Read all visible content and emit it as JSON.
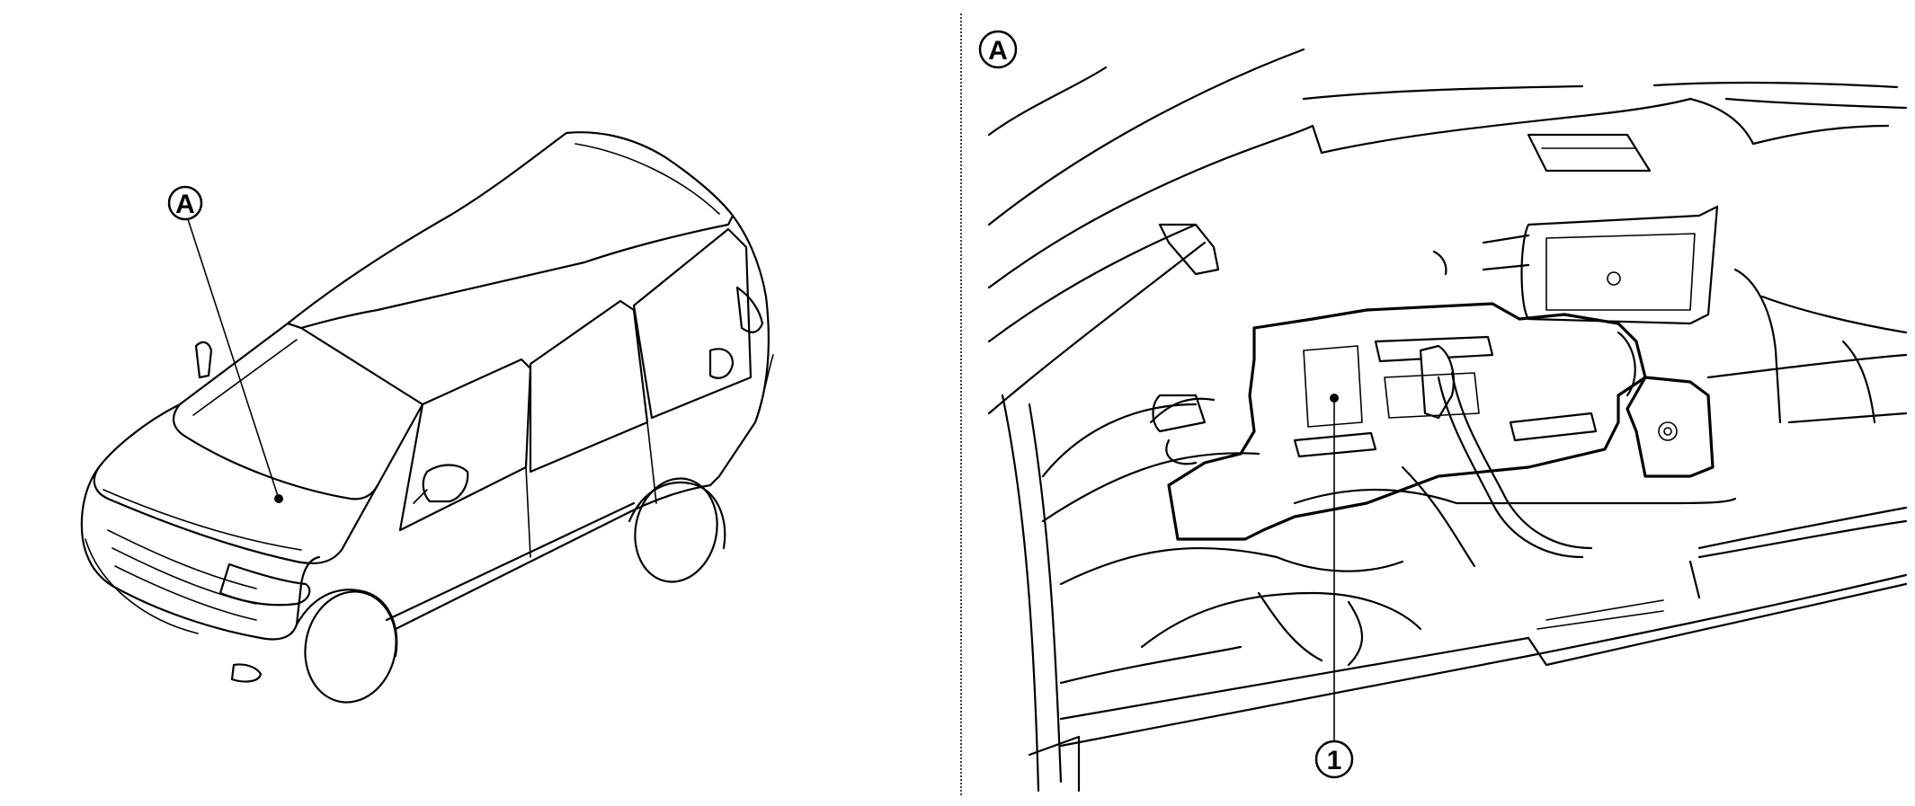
{
  "view_callout": {
    "letter": "A",
    "label": "A"
  },
  "detail_callout": {
    "letter": "A",
    "label": "A"
  },
  "part_callout": {
    "number": "1",
    "label": "1"
  },
  "colors": {
    "line": "#000000",
    "background": "#ffffff",
    "highlight_fill": "#bdbdbd"
  }
}
